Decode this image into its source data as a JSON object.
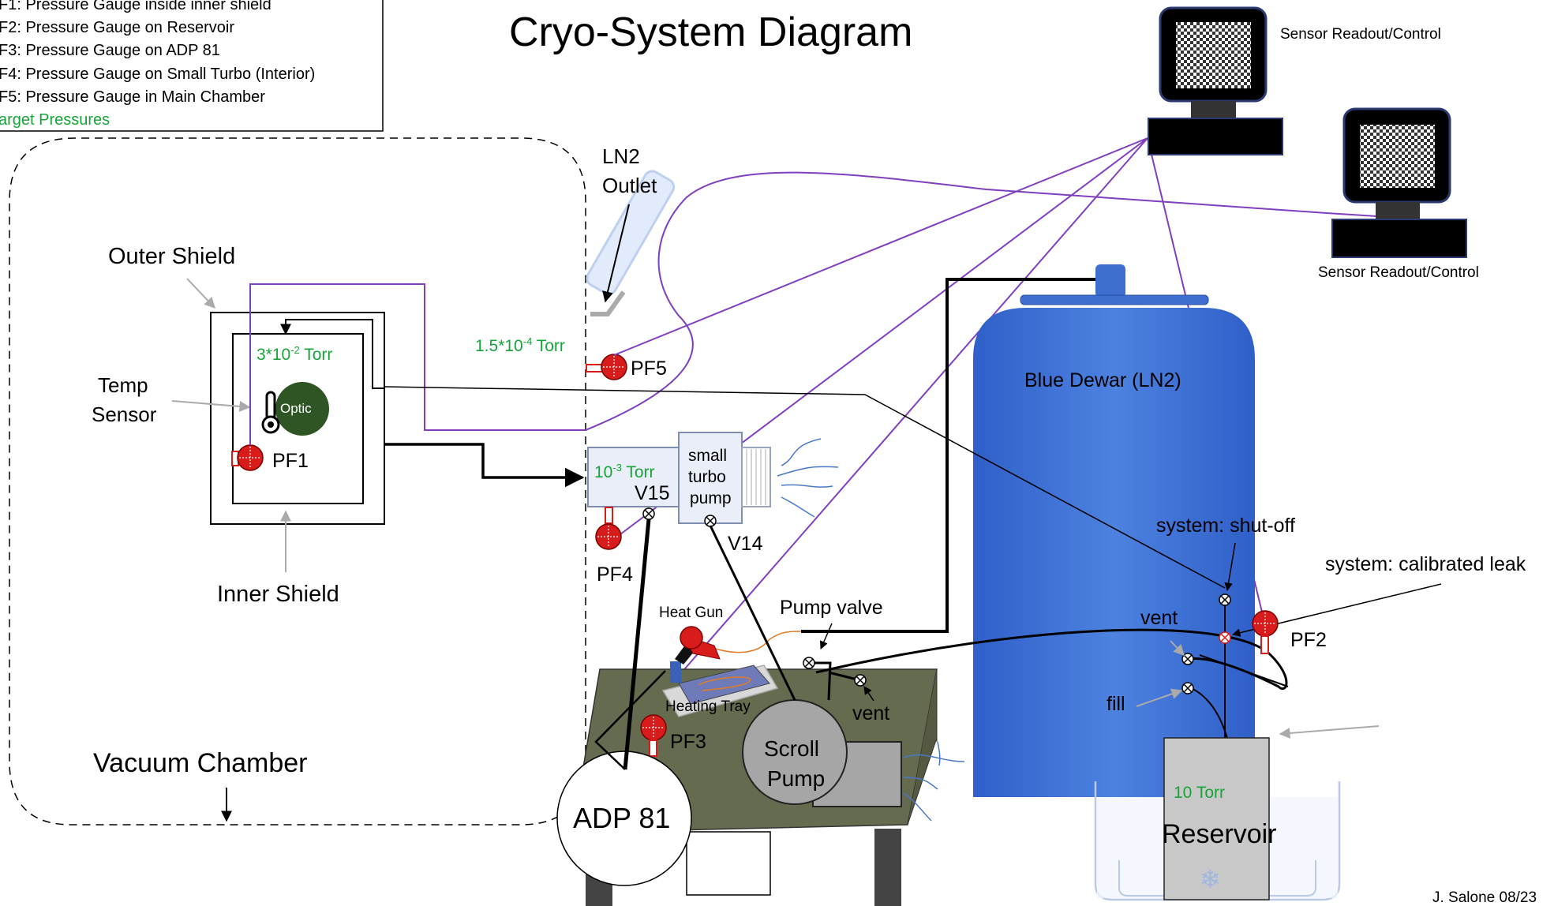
{
  "title": "Cryo-System Diagram",
  "legend": {
    "items": [
      "F1: Pressure Gauge inside inner shield",
      "F2: Pressure Gauge on Reservoir",
      "F3: Pressure Gauge on ADP 81",
      "F4: Pressure Gauge on  Small Turbo (Interior)",
      "F5: Pressure Gauge in Main Chamber"
    ],
    "target_note": "arget Pressures"
  },
  "labels": {
    "outer_shield": "Outer Shield",
    "inner_shield": "Inner Shield",
    "temp_sensor_1": "Temp",
    "temp_sensor_2": "Sensor",
    "optic": "Optic",
    "pf1": "PF1",
    "pf2": "PF2",
    "pf3": "PF3",
    "pf4": "PF4",
    "pf5": "PF5",
    "vacuum_chamber": "Vacuum Chamber",
    "ln2_outlet_1": "LN2",
    "ln2_outlet_2": "Outlet",
    "v15": "V15",
    "v14": "V14",
    "small_turbo_1": "small",
    "small_turbo_2": "turbo",
    "small_turbo_3": "pump",
    "heat_gun": "Heat Gun",
    "pump_valve": "Pump valve",
    "heating_tray": "Heating Tray",
    "vent": "vent",
    "vent_upper": "vent",
    "fill": "fill",
    "scroll_pump_1": "Scroll",
    "scroll_pump_2": "Pump",
    "adp81": "ADP 81",
    "blue_dewar": "Blue Dewar (LN2)",
    "reservoir": "Reservoir",
    "system_shutoff": "system: shut-off",
    "system_cal_leak": "system: calibrated leak",
    "sensor_readout_1": "Sensor Readout/Control",
    "sensor_readout_2": "Sensor Readout/Control",
    "author": "J. Salone 08/23"
  },
  "pressures": {
    "inner_shield": {
      "base": "3*10",
      "exp": "-2",
      "unit": " Torr"
    },
    "main_chamber": {
      "base": "1.5*10",
      "exp": "-4",
      "unit": " Torr"
    },
    "small_turbo": {
      "base": "10",
      "exp": "-3",
      "unit": " Torr"
    },
    "reservoir": "10 Torr"
  },
  "colors": {
    "target_pressure": "#17a53a",
    "sensor_cable": "#7f3fbf",
    "dewar": "#3e6fd0",
    "gauge": "#d81b1b",
    "table": "#646b4f",
    "optic": "#2e5523"
  }
}
